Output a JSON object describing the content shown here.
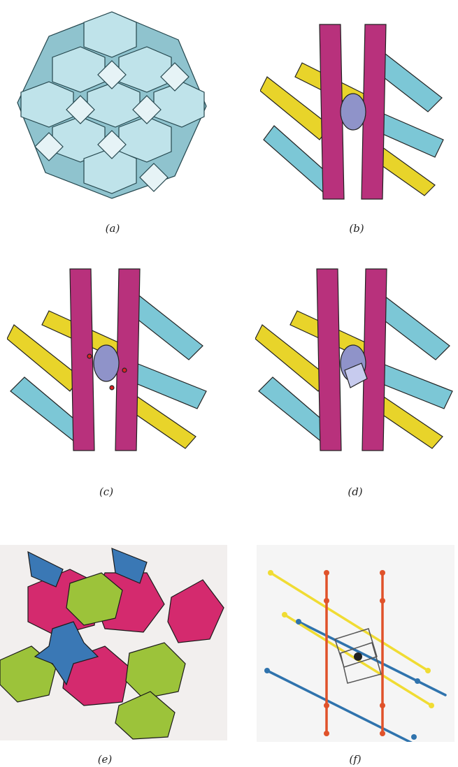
{
  "figure": {
    "panels": [
      {
        "id": "a",
        "caption": "(a)"
      },
      {
        "id": "b",
        "caption": "(b)"
      },
      {
        "id": "c",
        "caption": "(c)"
      },
      {
        "id": "d",
        "caption": "(d)"
      },
      {
        "id": "e",
        "caption": "(e)"
      },
      {
        "id": "f",
        "caption": "(f)"
      }
    ],
    "colors": {
      "cage_face": "#bfe3ea",
      "cage_square": "#e6f3f6",
      "cage_shade": "#5f9aa6",
      "magenta": "#b8317c",
      "yellow": "#e8d42a",
      "cyan": "#7cc7d6",
      "lavender": "#8f93c9",
      "lime": "#9cc33a",
      "pink": "#d42a6e",
      "blue": "#3a78b5",
      "red_rod": "#e0522a",
      "yellow_rod": "#f0dc33",
      "blue_rod": "#2f73ad"
    }
  }
}
